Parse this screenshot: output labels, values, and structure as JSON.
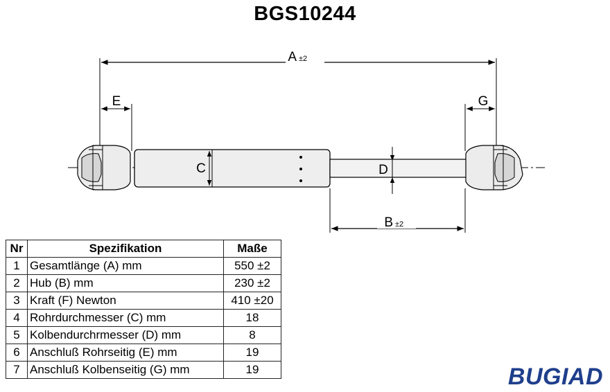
{
  "title": "BGS10244",
  "labels": {
    "a": "A",
    "a_tol": "±2",
    "b": "B",
    "b_tol": "±2",
    "c": "C",
    "d": "D",
    "e": "E",
    "g": "G"
  },
  "table": {
    "headers": [
      "Nr",
      "Spezifikation",
      "Maße"
    ],
    "rows": [
      {
        "nr": "1",
        "spec": "Gesamtlänge (A) mm",
        "value": "550 ±2"
      },
      {
        "nr": "2",
        "spec": "Hub (B)  mm",
        "value": "230 ±2"
      },
      {
        "nr": "3",
        "spec": "Kraft (F) Newton",
        "value": "410 ±20"
      },
      {
        "nr": "4",
        "spec": "Rohrdurchmesser (C) mm",
        "value": "18"
      },
      {
        "nr": "5",
        "spec": "Kolbendurchrmesser (D) mm",
        "value": "8"
      },
      {
        "nr": "6",
        "spec": "Anschluß Rohrseitig (E) mm",
        "value": "19"
      },
      {
        "nr": "7",
        "spec": "Anschluß Kolbenseitig (G) mm",
        "value": "19"
      }
    ]
  },
  "brand": "BUGIAD",
  "colors": {
    "brand": "#1f3f8c",
    "line": "#000000",
    "body_fill": "#e6e6e6"
  }
}
